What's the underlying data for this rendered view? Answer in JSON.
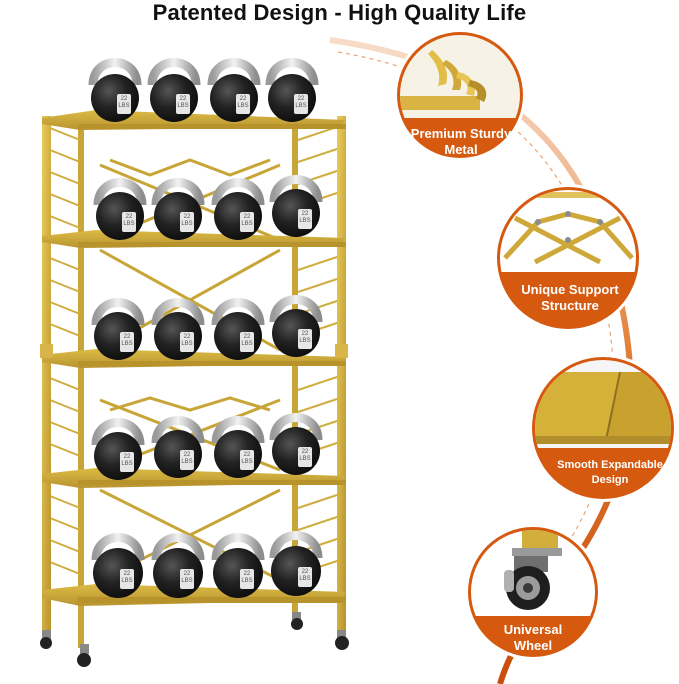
{
  "headline": "Patented Design - High Quality Life",
  "features": [
    {
      "line1": "Premium Sturdy",
      "line2": "Metal"
    },
    {
      "line1": "Unique Support",
      "line2": "Structure"
    },
    {
      "line1": "Smooth Expandable",
      "line2": "Design"
    },
    {
      "line1": "Universal",
      "line2": "Wheel"
    }
  ],
  "kettlebell_label": {
    "weight": "22",
    "unit": "LBS"
  },
  "shelf": {
    "tiers": 5,
    "kettlebells_per_tier": 4,
    "wheels": 4
  },
  "colors": {
    "gold": "#d6b13a",
    "gold_dark": "#a9872a",
    "accent_orange": "#d55a10",
    "kettlebell_black": "#1c1c1c",
    "handle_silver": "#c9c9c9"
  }
}
